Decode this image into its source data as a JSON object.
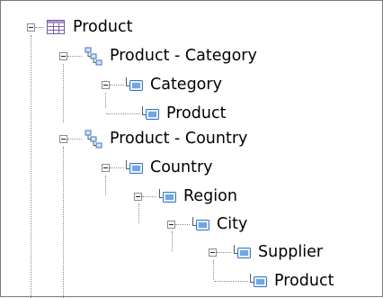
{
  "tree": {
    "nodes": [
      {
        "label": "Product",
        "icon": "table-icon",
        "expanded": true
      },
      {
        "label": "Product - Category",
        "icon": "hierarchy-icon",
        "expanded": true
      },
      {
        "label": "Category",
        "icon": "level-icon",
        "expanded": true
      },
      {
        "label": "Product",
        "icon": "level-icon",
        "expanded": false
      },
      {
        "label": "Product - Country",
        "icon": "hierarchy-icon",
        "expanded": true
      },
      {
        "label": "Country",
        "icon": "level-icon",
        "expanded": true
      },
      {
        "label": "Region",
        "icon": "level-icon",
        "expanded": true
      },
      {
        "label": "City",
        "icon": "level-icon",
        "expanded": true
      },
      {
        "label": "Supplier",
        "icon": "level-icon",
        "expanded": true
      },
      {
        "label": "Product",
        "icon": "level-icon",
        "expanded": false
      }
    ]
  },
  "colors": {
    "tree_line": "#8c8c8c",
    "border": "#7a7a7a",
    "icon_blue": "#3b73c4",
    "icon_fill": "#cfe6fb",
    "table_purple": "#7b5ea7"
  }
}
